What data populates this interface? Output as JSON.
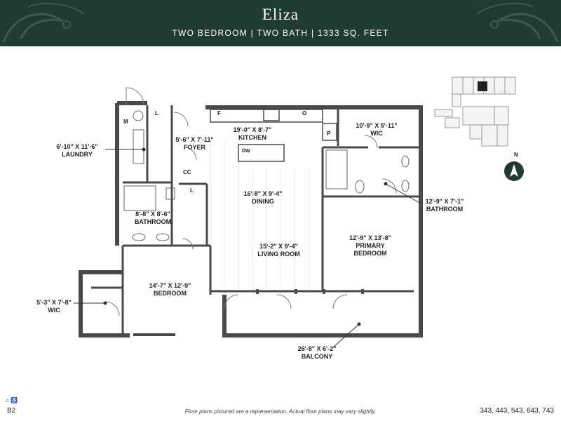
{
  "header": {
    "title": "Eliza",
    "subtitle": "TWO BEDROOM | TWO BATH | 1333 SQ. FEET"
  },
  "rooms": {
    "laundry": {
      "dim": "6'-10\" X 11'-6\"",
      "name": "LAUNDRY"
    },
    "foyer": {
      "dim": "5'-6\" X 7'-11\"",
      "name": "FOYER"
    },
    "kitchen": {
      "dim": "19'-0\" X 8'-7\"",
      "name": "KITCHEN"
    },
    "wic_primary": {
      "dim": "10'-9\" X 5'-11\"",
      "name": "WIC"
    },
    "dining": {
      "dim": "16'-8\" X 9'-4\"",
      "name": "DINING"
    },
    "bathroom": {
      "dim": "8'-8\" X 8'-6\"",
      "name": "BATHROOM"
    },
    "bathroom_primary": {
      "dim": "12'-9\" X 7'-1\"",
      "name": "BATHROOM"
    },
    "primary_bedroom": {
      "dim": "12'-9\" X 13'-8\"",
      "name1": "PRIMARY",
      "name2": "BEDROOM"
    },
    "living_room": {
      "dim": "15'-2\" X 9'-4\"",
      "name": "LIVING ROOM"
    },
    "bedroom": {
      "dim": "14'-7\" X 12'-9\"",
      "name": "BEDROOM"
    },
    "wic": {
      "dim": "5'-3\" X 7'-8\"",
      "name": "WIC"
    },
    "balcony": {
      "dim": "26'-8\" X 6'-2\"",
      "name": "BALCONY"
    }
  },
  "tags": {
    "m": "M",
    "l1": "L",
    "l2": "L",
    "cc": "CC",
    "f": "F",
    "o": "O",
    "p": "P",
    "dw": "DW"
  },
  "compass": {
    "label": "N"
  },
  "footer": {
    "code": "B2",
    "note": "Floor plans pictured are a representation. Actual floor plans may vary slightly.",
    "units": "343, 443, 543, 643, 743"
  },
  "colors": {
    "header": "#1f3b34",
    "wall": "#4a4a4a",
    "accent": "#1f3b34"
  }
}
